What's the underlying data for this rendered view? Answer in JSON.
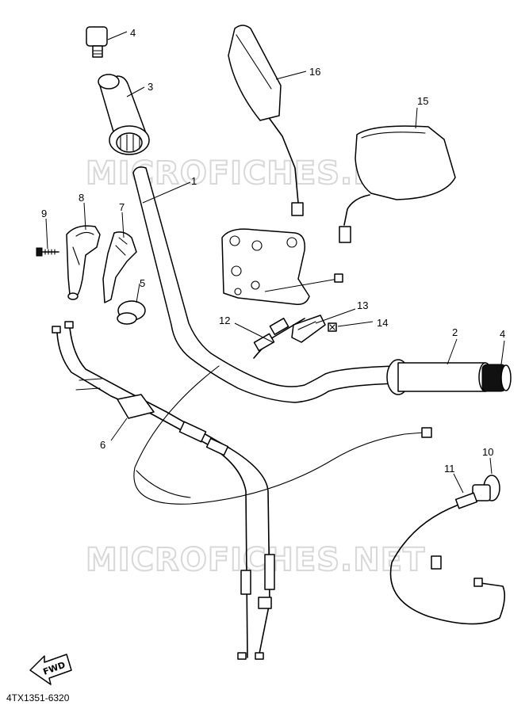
{
  "watermark": {
    "text": "MICROFICHES.NET"
  },
  "diagram_code": "4TX1351-6320",
  "fwd_label": "FWD",
  "callouts": {
    "p1": "1",
    "p2": "2",
    "p3": "3",
    "p4a": "4",
    "p4b": "4",
    "p5": "5",
    "p6": "6",
    "p7": "7",
    "p8": "8",
    "p9": "9",
    "p10": "10",
    "p11": "11",
    "p12": "12",
    "p13": "13",
    "p14": "14",
    "p15": "15",
    "p16": "16"
  }
}
